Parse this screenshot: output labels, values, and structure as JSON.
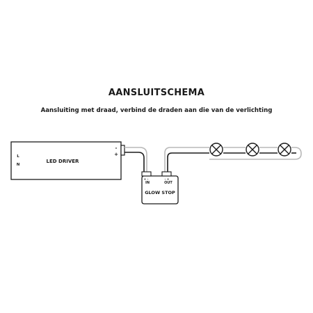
{
  "header": {
    "title": "AANSLUITSCHEMA",
    "subtitle": "Aansluiting met draad, verbind de draden aan die van de verlichting"
  },
  "driver": {
    "label": "LED DRIVER",
    "input_l": "L",
    "input_n": "N",
    "output_minus": "-",
    "output_plus": "+"
  },
  "glow_stop": {
    "label": "GLOW STOP",
    "in_label": "IN",
    "out_label": "OUT",
    "in_polarity": "+ -",
    "out_polarity": "- +"
  },
  "lamps": [
    {
      "name": "lamp-1"
    },
    {
      "name": "lamp-2"
    },
    {
      "name": "lamp-3"
    }
  ],
  "colors": {
    "wire_dark": "#1a1a1a",
    "wire_light": "#b8b8b8",
    "stroke": "#1a1a1a"
  }
}
